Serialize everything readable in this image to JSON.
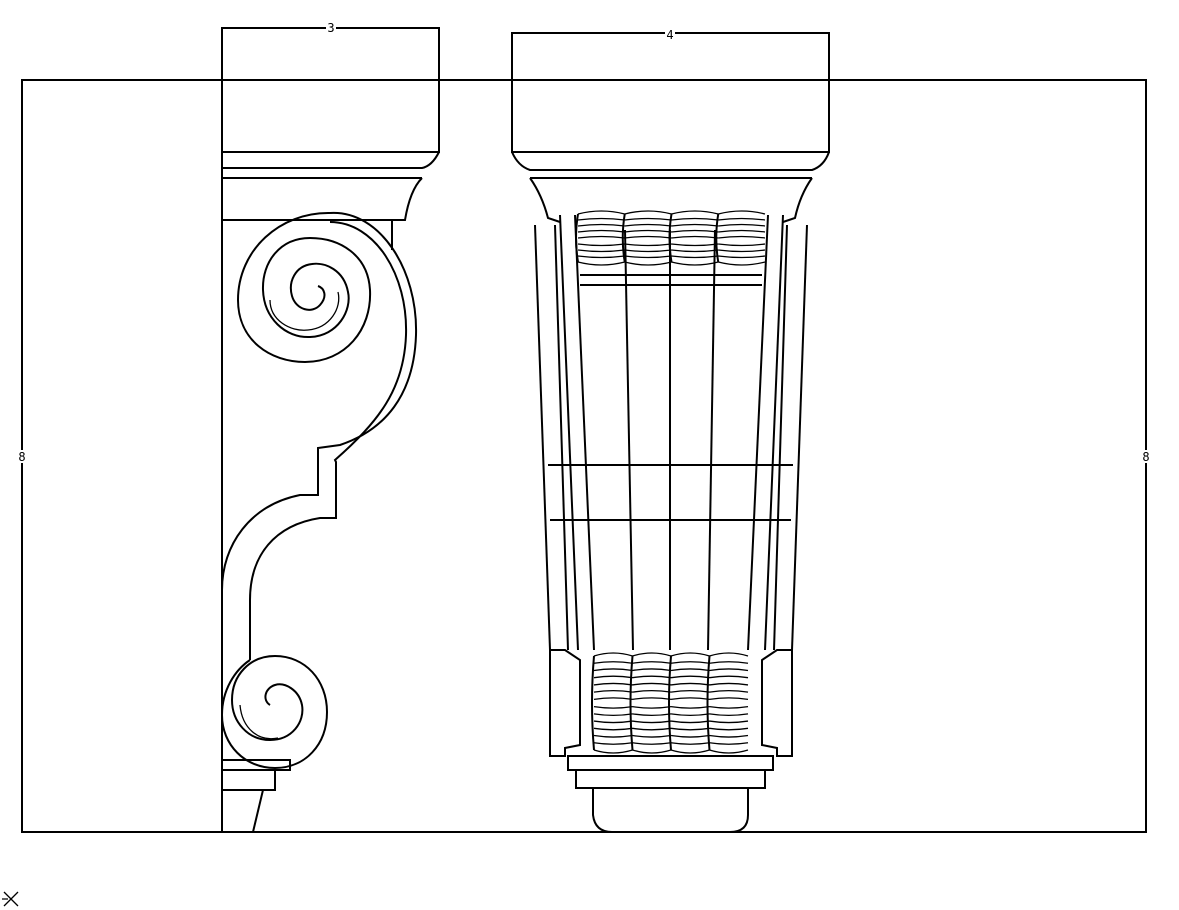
{
  "drawing": {
    "dimensions": {
      "left_view_width": "3",
      "front_view_width": "4",
      "height_left": "8",
      "height_right": "8"
    },
    "colors": {
      "background": "#ffffff",
      "line": "#000000"
    }
  }
}
